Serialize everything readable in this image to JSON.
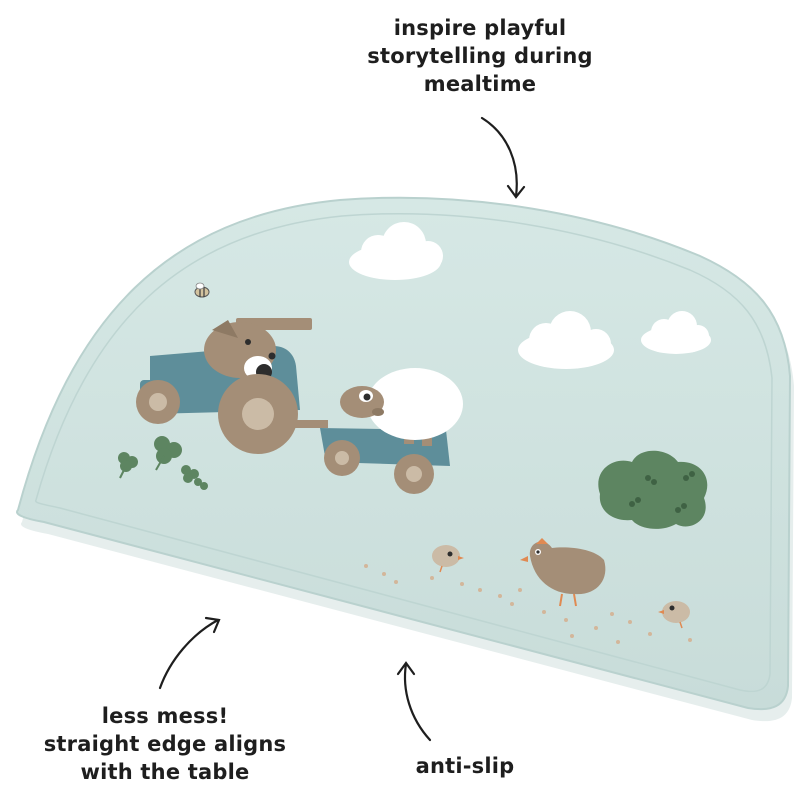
{
  "captions": {
    "top": [
      "inspire playful",
      "storytelling during",
      "mealtime"
    ],
    "left": [
      "less mess!",
      "straight edge aligns",
      "with the table"
    ],
    "bottom": [
      "anti-slip"
    ]
  },
  "colors": {
    "background": "#ffffff",
    "mat": "#cfe2df",
    "mat_rim": "#b9d1ce",
    "text": "#1e1e1e",
    "cloud": "#ffffff",
    "tractor": "#5e8e9a",
    "tan": "#a48e77",
    "bush": "#5d8561"
  },
  "icons": [
    "curved-arrow-icon",
    "tractor-icon",
    "dog-icon",
    "sheep-icon",
    "cloud-icon",
    "clover-icon",
    "bush-icon",
    "hen-icon",
    "chick-icon",
    "bee-icon"
  ]
}
